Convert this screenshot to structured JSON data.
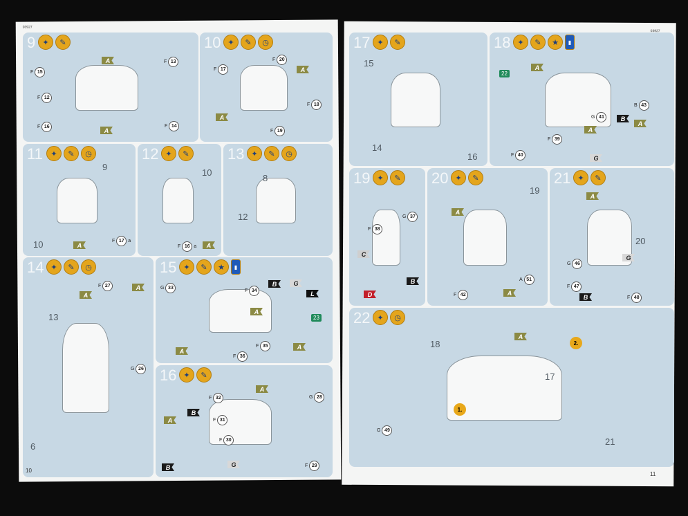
{
  "booklet": {
    "code_left": "03927",
    "code_right": "03927",
    "page_left": "10",
    "page_right": "11"
  },
  "colors": {
    "A": "#8b8a44",
    "B": "#1a1a1a",
    "G": "#d8d8d8",
    "C": "#cfcfcf",
    "L": "#111111",
    "D": "#c21f2a",
    "icon": "#e4a51c"
  },
  "steps": [
    {
      "no": "9",
      "icons": [
        "glue",
        "cement-brush"
      ],
      "callouts": [
        {
          "t": "n",
          "l": "F",
          "v": "15"
        },
        {
          "t": "n",
          "l": "F",
          "v": "12"
        },
        {
          "t": "n",
          "l": "F",
          "v": "16"
        },
        {
          "t": "n",
          "l": "F",
          "v": "13"
        },
        {
          "t": "n",
          "l": "F",
          "v": "14"
        },
        {
          "t": "f",
          "v": "A"
        },
        {
          "t": "f",
          "v": "A"
        }
      ]
    },
    {
      "no": "10",
      "icons": [
        "glue",
        "cement-brush",
        "clock"
      ],
      "callouts": [
        {
          "t": "n",
          "l": "F",
          "v": "17"
        },
        {
          "t": "n",
          "l": "F",
          "v": "20"
        },
        {
          "t": "n",
          "l": "F",
          "v": "18"
        },
        {
          "t": "n",
          "l": "F",
          "v": "19"
        },
        {
          "t": "f",
          "v": "A"
        },
        {
          "t": "f",
          "v": "A"
        }
      ]
    },
    {
      "no": "11",
      "icons": [
        "glue",
        "cement-brush",
        "clock"
      ],
      "callouts": [
        {
          "t": "p",
          "v": "9"
        },
        {
          "t": "p",
          "v": "10"
        },
        {
          "t": "n",
          "l": "F",
          "v": "17",
          "s": "a"
        },
        {
          "t": "f",
          "v": "A"
        }
      ]
    },
    {
      "no": "12",
      "icons": [
        "glue",
        "cement-brush"
      ],
      "callouts": [
        {
          "t": "p",
          "v": "10"
        },
        {
          "t": "n",
          "l": "F",
          "v": "16",
          "s": "a"
        },
        {
          "t": "f",
          "v": "A"
        }
      ]
    },
    {
      "no": "13",
      "icons": [
        "glue",
        "cement-brush",
        "clock"
      ],
      "callouts": [
        {
          "t": "p",
          "v": "8"
        },
        {
          "t": "p",
          "v": "12"
        }
      ]
    },
    {
      "no": "14",
      "icons": [
        "glue",
        "cement-brush",
        "clock"
      ],
      "callouts": [
        {
          "t": "n",
          "l": "F",
          "v": "27"
        },
        {
          "t": "f",
          "v": "A"
        },
        {
          "t": "f",
          "v": "A"
        },
        {
          "t": "p",
          "v": "13"
        },
        {
          "t": "n",
          "l": "G",
          "v": "26"
        },
        {
          "t": "p",
          "v": "6"
        }
      ]
    },
    {
      "no": "15",
      "icons": [
        "glue",
        "cement-brush",
        "decal",
        "paint"
      ],
      "callouts": [
        {
          "t": "n",
          "l": "G",
          "v": "33"
        },
        {
          "t": "n",
          "l": "F",
          "v": "34"
        },
        {
          "t": "f",
          "v": "A"
        },
        {
          "t": "f",
          "v": "B"
        },
        {
          "t": "f",
          "v": "G"
        },
        {
          "t": "f",
          "v": "L"
        },
        {
          "t": "d",
          "v": "23"
        },
        {
          "t": "f",
          "v": "A"
        },
        {
          "t": "n",
          "l": "F",
          "v": "35"
        },
        {
          "t": "n",
          "l": "F",
          "v": "36"
        },
        {
          "t": "f",
          "v": "A"
        }
      ]
    },
    {
      "no": "16",
      "icons": [
        "glue",
        "cement-brush"
      ],
      "callouts": [
        {
          "t": "n",
          "l": "F",
          "v": "32"
        },
        {
          "t": "n",
          "l": "F",
          "v": "31"
        },
        {
          "t": "n",
          "l": "F",
          "v": "30"
        },
        {
          "t": "n",
          "l": "G",
          "v": "28"
        },
        {
          "t": "f",
          "v": "A"
        },
        {
          "t": "f",
          "v": "A"
        },
        {
          "t": "f",
          "v": "B"
        },
        {
          "t": "f",
          "v": "B"
        },
        {
          "t": "f",
          "v": "G"
        },
        {
          "t": "n",
          "l": "F",
          "v": "29"
        }
      ]
    },
    {
      "no": "17",
      "icons": [
        "glue",
        "cement-brush"
      ],
      "callouts": [
        {
          "t": "p",
          "v": "15"
        },
        {
          "t": "p",
          "v": "14"
        },
        {
          "t": "p",
          "v": "16"
        }
      ]
    },
    {
      "no": "18",
      "icons": [
        "glue",
        "cement-brush",
        "decal",
        "paint"
      ],
      "callouts": [
        {
          "t": "d",
          "v": "22"
        },
        {
          "t": "f",
          "v": "A"
        },
        {
          "t": "n",
          "l": "B",
          "v": "43"
        },
        {
          "t": "n",
          "l": "G",
          "v": "41"
        },
        {
          "t": "f",
          "v": "A"
        },
        {
          "t": "n",
          "l": "F",
          "v": "39"
        },
        {
          "t": "n",
          "l": "F",
          "v": "40"
        },
        {
          "t": "f",
          "v": "B"
        },
        {
          "t": "f",
          "v": "A"
        },
        {
          "t": "f",
          "v": "G"
        }
      ]
    },
    {
      "no": "19",
      "icons": [
        "glue",
        "cement-brush"
      ],
      "callouts": [
        {
          "t": "n",
          "l": "F",
          "v": "38"
        },
        {
          "t": "n",
          "l": "G",
          "v": "37"
        },
        {
          "t": "f",
          "v": "C"
        },
        {
          "t": "f",
          "v": "B"
        },
        {
          "t": "f",
          "v": "D"
        }
      ]
    },
    {
      "no": "20",
      "icons": [
        "glue",
        "cement-brush"
      ],
      "callouts": [
        {
          "t": "p",
          "v": "19"
        },
        {
          "t": "f",
          "v": "A"
        },
        {
          "t": "n",
          "l": "A",
          "v": "51"
        },
        {
          "t": "n",
          "l": "F",
          "v": "42"
        },
        {
          "t": "f",
          "v": "A"
        }
      ]
    },
    {
      "no": "21",
      "icons": [
        "glue",
        "cement-brush"
      ],
      "callouts": [
        {
          "t": "f",
          "v": "A"
        },
        {
          "t": "p",
          "v": "20"
        },
        {
          "t": "n",
          "l": "G",
          "v": "46"
        },
        {
          "t": "f",
          "v": "G"
        },
        {
          "t": "n",
          "l": "F",
          "v": "47"
        },
        {
          "t": "f",
          "v": "B"
        },
        {
          "t": "n",
          "l": "F",
          "v": "48"
        }
      ]
    },
    {
      "no": "22",
      "icons": [
        "glue",
        "clock"
      ],
      "callouts": [
        {
          "t": "f",
          "v": "A"
        },
        {
          "t": "s",
          "v": "2."
        },
        {
          "t": "p",
          "v": "18"
        },
        {
          "t": "p",
          "v": "17"
        },
        {
          "t": "s",
          "v": "1."
        },
        {
          "t": "p",
          "v": "21"
        },
        {
          "t": "n",
          "l": "G",
          "v": "49"
        }
      ]
    }
  ]
}
